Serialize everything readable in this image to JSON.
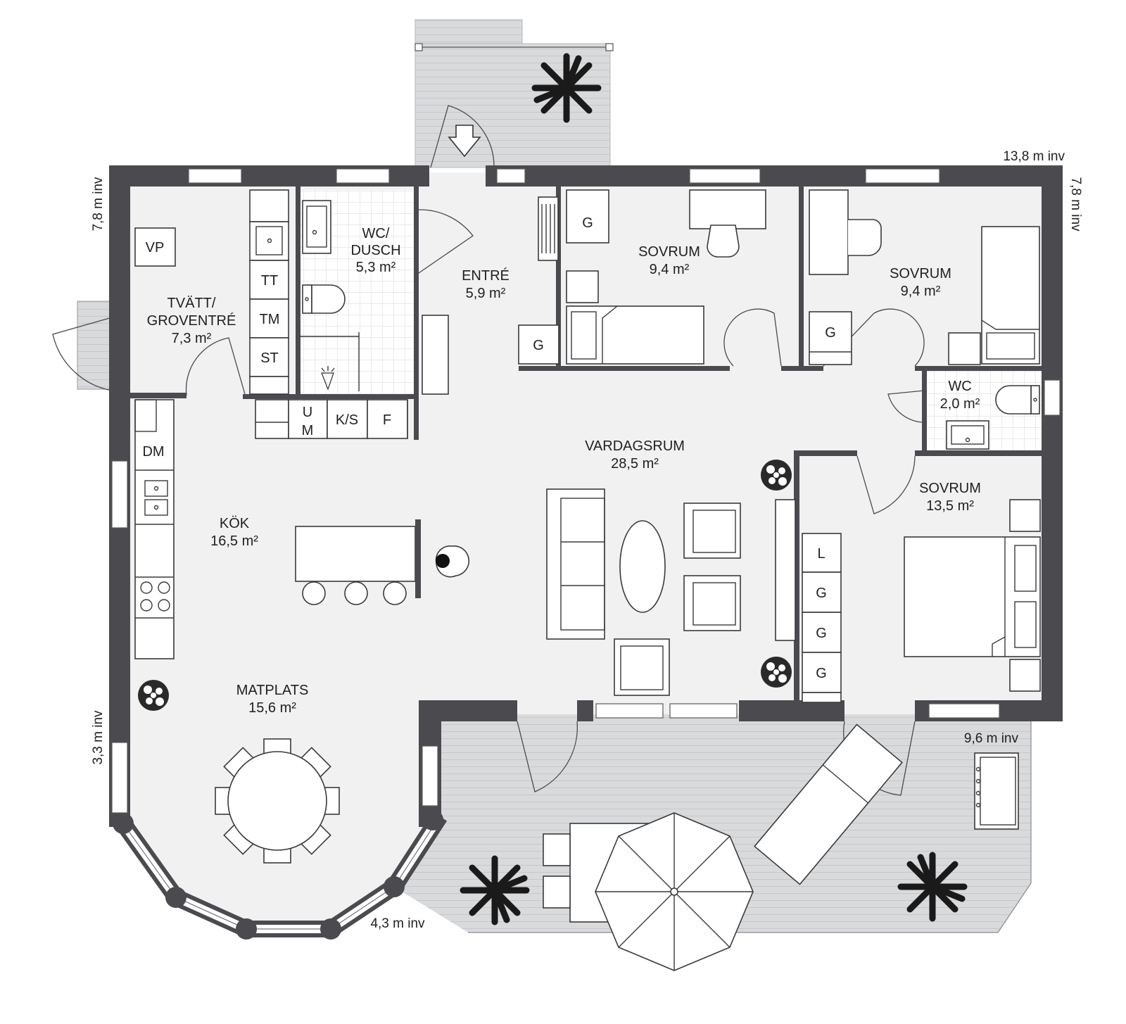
{
  "rooms": {
    "tvatt": {
      "name1": "TVÄTT/",
      "name2": "GROVENTRÉ",
      "area": "7,3 m²"
    },
    "wc_dusch": {
      "name1": "WC/",
      "name2": "DUSCH",
      "area": "5,3 m²"
    },
    "entre": {
      "name": "ENTRÉ",
      "area": "5,9 m²"
    },
    "sovrum1": {
      "name": "SOVRUM",
      "area": "9,4 m²"
    },
    "sovrum2": {
      "name": "SOVRUM",
      "area": "9,4 m²"
    },
    "wc": {
      "name": "WC",
      "area": "2,0 m²"
    },
    "vardagsrum": {
      "name": "VARDAGSRUM",
      "area": "28,5 m²"
    },
    "kok": {
      "name": "KÖK",
      "area": "16,5 m²"
    },
    "sovrum3": {
      "name": "SOVRUM",
      "area": "13,5 m²"
    },
    "matplats": {
      "name": "MATPLATS",
      "area": "15,6 m²"
    }
  },
  "fixtures": {
    "vp": "VP",
    "tt": "TT",
    "tm": "TM",
    "st": "ST",
    "u": "U",
    "m": "M",
    "ks": "K/S",
    "f": "F",
    "dm": "DM",
    "g": "G",
    "l": "L"
  },
  "dimensions": {
    "top_right": "13,8 m inv",
    "left_top": "7,8 m inv",
    "right_top": "7,8 m inv",
    "left_bottom": "3,3 m inv",
    "bottom_right": "9,6 m inv",
    "bottom_bay": "4,3 m inv"
  }
}
